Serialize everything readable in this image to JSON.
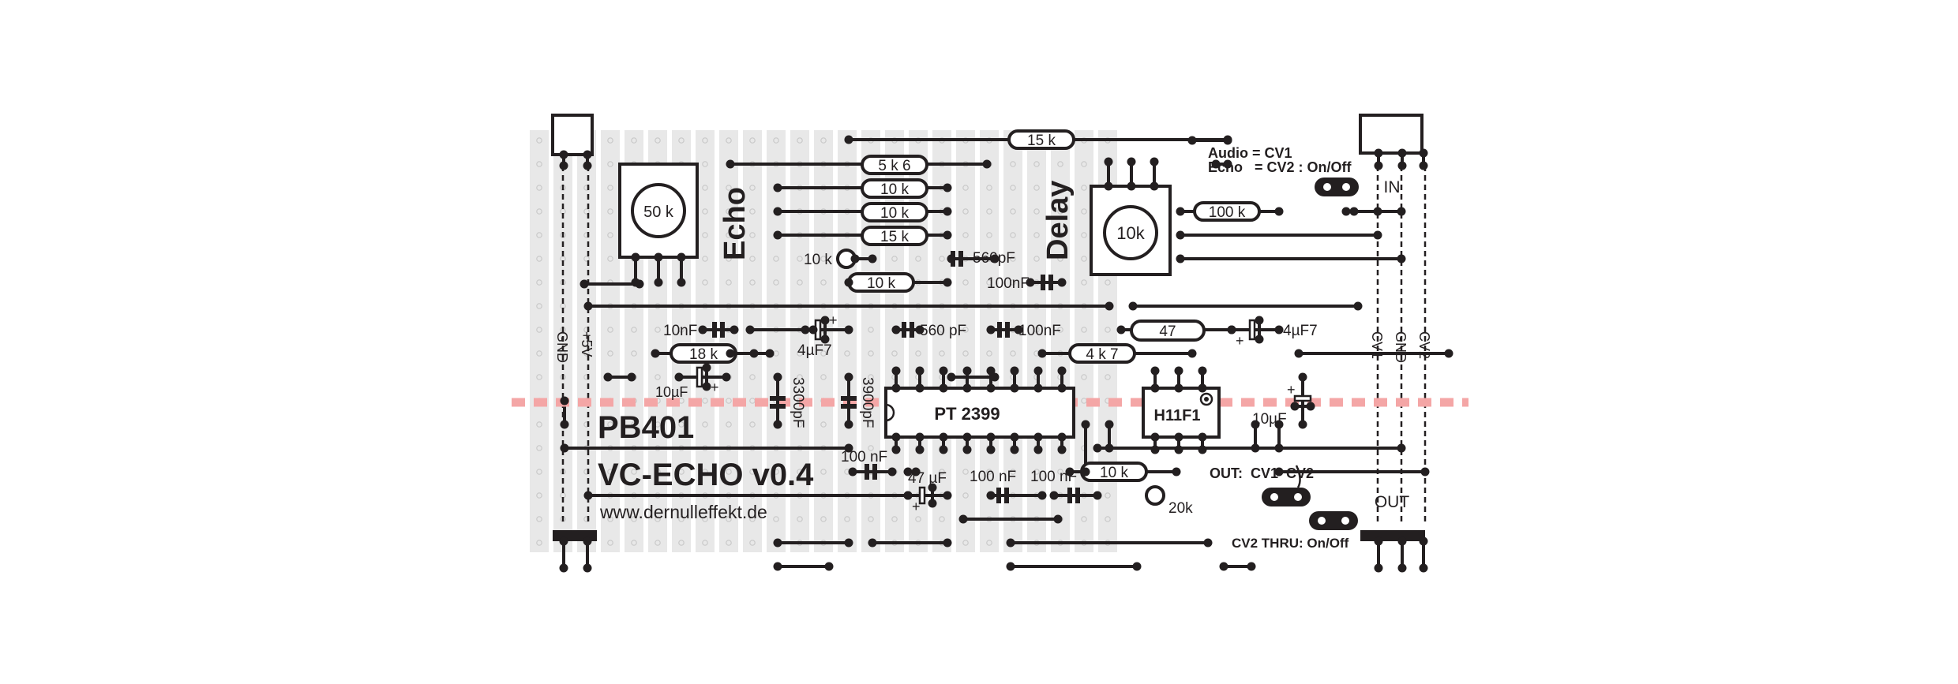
{
  "board": {
    "title": "PB401",
    "subtitle": "VC-ECHO v0.4",
    "url": "www.dernulleffekt.de"
  },
  "potentiometers": {
    "echo": {
      "label": "Echo",
      "value": "50 k"
    },
    "delay": {
      "label": "Delay",
      "value": "10k"
    }
  },
  "resistors": {
    "r_top": "15 k",
    "r_5k6": "5 k 6",
    "r_10k_a": "10 k",
    "r_10k_b": "10 k",
    "r_15k_b": "15 k",
    "r_10k_c": "10 k",
    "r_10k_trim_label": "10 k",
    "r_100k": "100 k",
    "r_47": "47",
    "r_4k7": "4 k 7",
    "r_18k": "18 k",
    "r_10k_bottom": "10 k",
    "r_20k": "20k"
  },
  "capacitors": {
    "c_560_a": "560pF",
    "c_100n_a": "100nF",
    "c_10n": "10nF",
    "c_4u7_a": "4µF7",
    "c_560_b": "560 pF",
    "c_100n_b": "100nF",
    "c_4u7_b": "4µF7",
    "c_10u_a": "10µF",
    "c_3300": "3300pF",
    "c_3900": "3900pF",
    "c_10u_b": "10µF",
    "c_100n_c": "100 nF",
    "c_47u": "47 µF",
    "c_100n_d": "100 nF",
    "c_100n_e": "100 nF"
  },
  "ics": {
    "delay_chip": "PT 2399",
    "optocoupler": "H11F1"
  },
  "notes": {
    "audio_line": "Audio = CV1",
    "echo_line": "Echo   = CV2 : On/Off",
    "in_label": "IN",
    "out_label": "OUT",
    "out_cv": "OUT:  CV1  CV2",
    "cv2_thru": "CV2 THRU: On/Off"
  },
  "rails": {
    "gnd": "GND",
    "v5": "+5V",
    "cv1": "CV1",
    "gnd_r": "GND",
    "cv2": "CV2"
  },
  "colors": {
    "ink": "#231f20",
    "strip": "#e8e8e8",
    "cut_line": "#f4a6a6"
  }
}
